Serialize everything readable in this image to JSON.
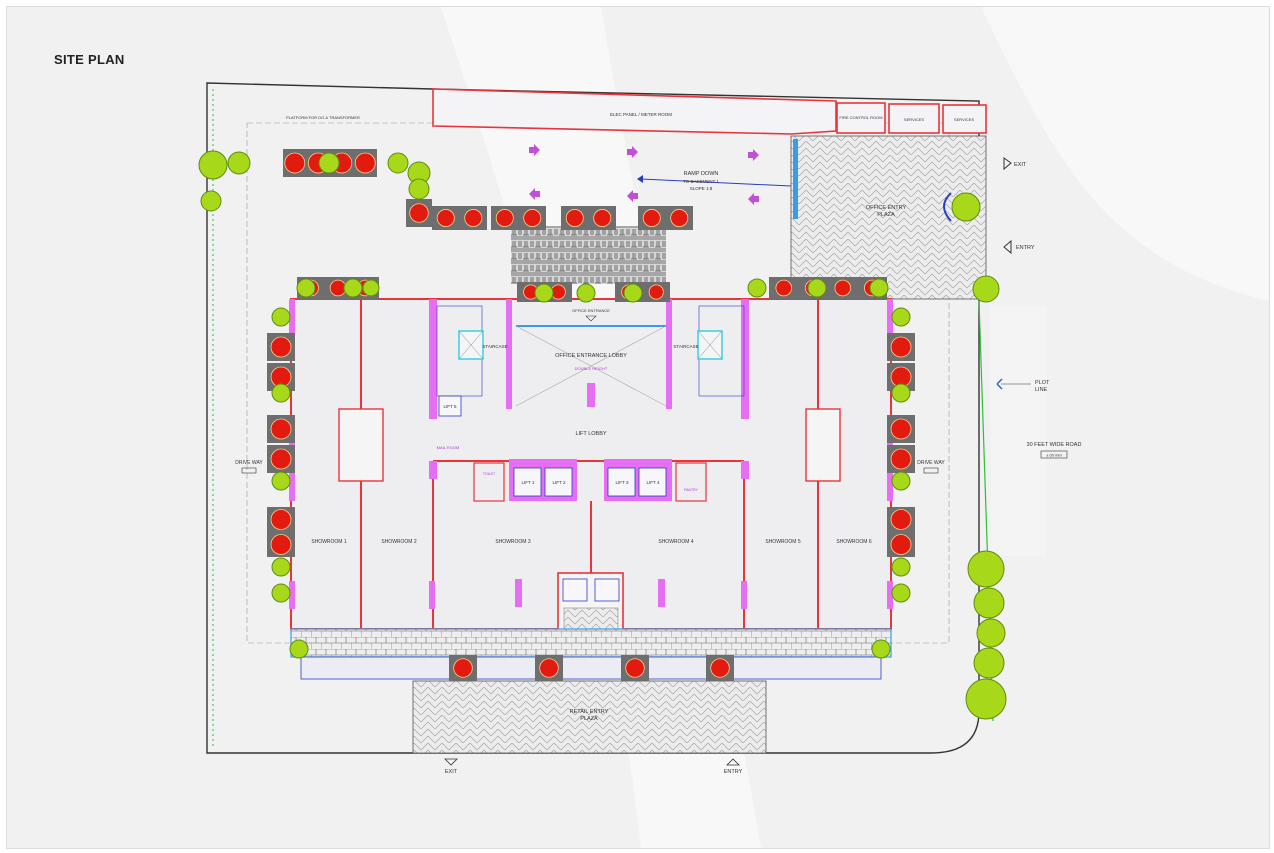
{
  "title": "SITE PLAN",
  "colors": {
    "walls": "#e8343a",
    "partitions": "#e66ef2",
    "tree": "#a8d81a",
    "planter": "#6e6e6e",
    "flower": "#e21a10",
    "paving_hatch": "#9a9a9a",
    "ramp_arrows": "#c24fd8",
    "plot_line": "#2fbf3a",
    "glazing": "#3a9be8"
  },
  "labels": {
    "elec_panel": "ELEC PANEL / METER ROOM",
    "platform": "PLATFORM FOR DG & TRANSFORMER",
    "fire_control": "FIRE CONTROL ROOM",
    "services_1": "SERVICES",
    "services_2": "SERVICES",
    "ramp_down": "RAMP DOWN",
    "ramp_to": "TO BASEMENT 1",
    "ramp_slope": "SLOPE 1:8",
    "office_plaza_1": "OFFICE ENTRY",
    "office_plaza_2": "PLAZA",
    "exit_top": "EXIT",
    "entry_top": "ENTRY",
    "office_entrance": "OFFICE ENTRANCE",
    "office_lobby": "OFFICE ENTRANCE LOBBY",
    "office_lobby_sub": "DOUBLE HEIGHT",
    "staircase_left": "STAIRCASE",
    "staircase_right": "STAIRCASE",
    "lift_lobby": "LIFT LOBBY",
    "lift_5": "LIFT 5",
    "lift_1": "LIFT 1",
    "lift_2": "LIFT 2",
    "lift_3": "LIFT 3",
    "lift_4": "LIFT 4",
    "mail_room": "MAIL ROOM",
    "toilet": "TOILET",
    "pantry": "PANTRY",
    "drive_way_left": "DRIVE WAY",
    "drive_way_right": "DRIVE WAY",
    "plot_line_1": "PLOT",
    "plot_line_2": "LINE",
    "road": "30 FEET WIDE ROAD",
    "road_level": "± 00 mm",
    "showrooms": [
      "SHOWROOM 1",
      "SHOWROOM 2",
      "SHOWROOM 3",
      "SHOWROOM 4",
      "SHOWROOM 5",
      "SHOWROOM 6"
    ],
    "retail_plaza_1": "RETAIL ENTRY",
    "retail_plaza_2": "PLAZA",
    "exit_bottom": "EXIT",
    "entry_bottom": "ENTRY"
  }
}
